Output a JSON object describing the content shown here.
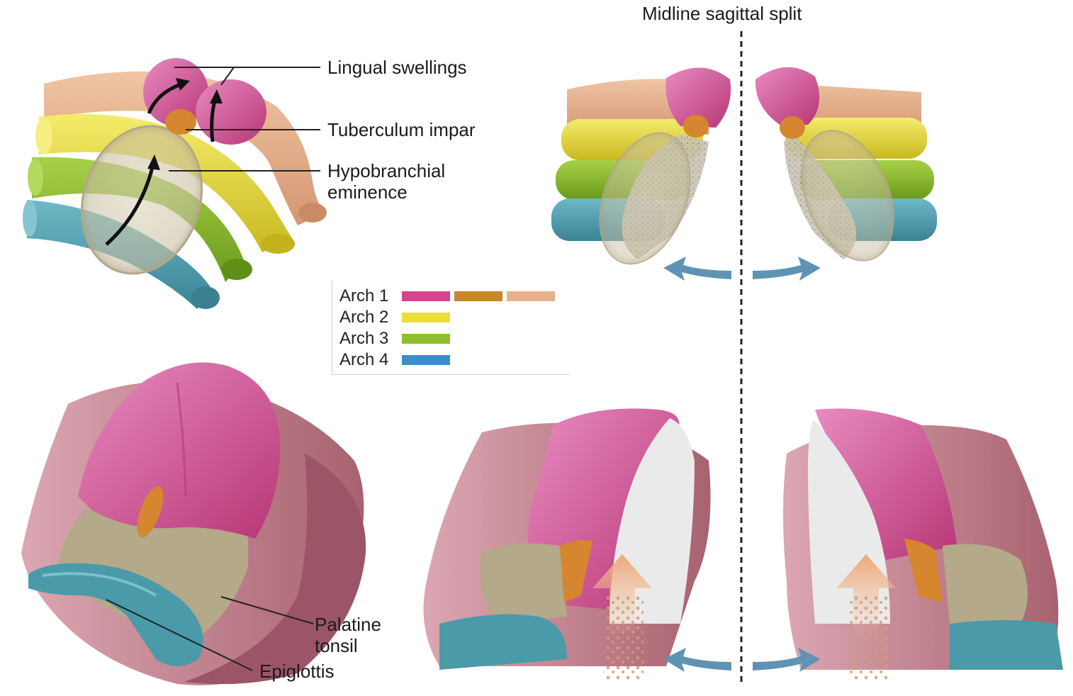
{
  "labels": {
    "split_title": "Midline sagittal split",
    "lingual_swellings": "Lingual swellings",
    "tuberculum_impar": "Tuberculum impar",
    "hypobranchial_line1": "Hypobranchial",
    "hypobranchial_line2": "eminence",
    "palatine_line1": "Palatine",
    "palatine_line2": "tonsil",
    "epiglottis": "Epiglottis"
  },
  "legend": [
    {
      "label": "Arch 1",
      "colors": [
        "#d1468f",
        "#c9842c",
        "#e6b08e"
      ]
    },
    {
      "label": "Arch 2",
      "colors": [
        "#ecde3b"
      ]
    },
    {
      "label": "Arch 3",
      "colors": [
        "#8cbf2a"
      ]
    },
    {
      "label": "Arch 4",
      "colors": [
        "#3d8ec9"
      ]
    }
  ],
  "colors": {
    "arch1_pink": "#cf4a8e",
    "arch1_orange": "#d5862f",
    "arch1_tan": "#e1a880",
    "arch2_yellow": "#e6d93a",
    "arch3_green": "#86b52b",
    "arch4_teal": "#4a9aaa",
    "eminence": "#c9bfa4",
    "tissue_mauve": "#c98a98",
    "arrow_blue": "#5f93b3"
  }
}
